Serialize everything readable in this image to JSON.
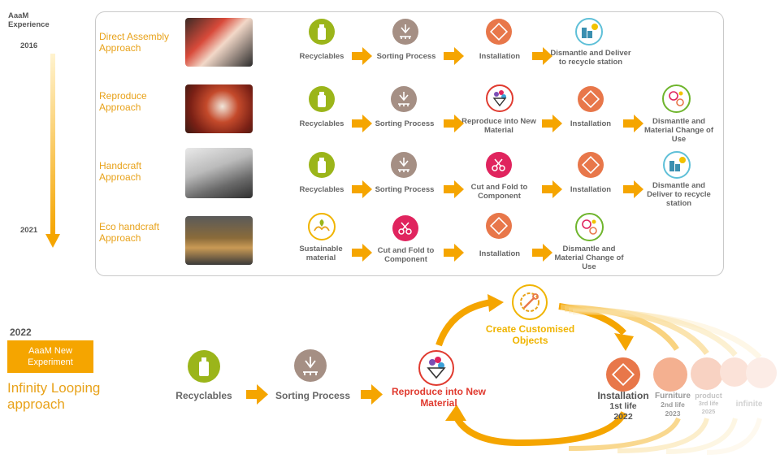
{
  "timeline": {
    "title": "AaaM Experience",
    "year_start": "2016",
    "year_end": "2021"
  },
  "rows": [
    {
      "approach": "Direct Assembly Approach",
      "steps": [
        "Recyclables",
        "Sorting Process",
        "Installation",
        "Dismantle and Deliver to recycle station"
      ]
    },
    {
      "approach": "Reproduce Approach",
      "steps": [
        "Recyclables",
        "Sorting Process",
        "Reproduce into New Material",
        "Installation",
        "Dismantle and Material Change of Use"
      ]
    },
    {
      "approach": "Handcraft Approach",
      "steps": [
        "Recyclables",
        "Sorting Process",
        "Cut and Fold to Component",
        "Installation",
        "Dismantle and Deliver to recycle station"
      ]
    },
    {
      "approach": "Eco handcraft Approach",
      "steps": [
        "Sustainable material",
        "Cut and Fold to Component",
        "Installation",
        "Dismantle and Material Change of Use"
      ]
    }
  ],
  "bottom": {
    "year": "2022",
    "badge": "AaaM New Experiment",
    "approach_title": "Infinity Looping approach",
    "recyclables": "Recyclables",
    "sorting": "Sorting Process",
    "reproduce": "Reproduce into New Material",
    "customised": "Create Customised Objects",
    "installation": "Installation",
    "first_life": "1st life",
    "first_year": "2022",
    "furniture": "Furniture",
    "second_life": "2nd life",
    "second_year": "2023",
    "product": "product",
    "third_life": "3rd life",
    "third_year": "2025",
    "infinite": "infinite"
  },
  "colors": {
    "arrow": "#f5a500",
    "approach_text": "#e8a21a",
    "reproduce_text": "#e03a2f",
    "customised_text": "#f0b400",
    "recyclables_icon": "#9bb51a",
    "sorting_icon": "#a58f84",
    "installation_icon": "#e8774a",
    "cut_fold_icon": "#e0245e",
    "dismantle_icon": "#5fc0d8",
    "reuse_icon": "#6fb52d"
  },
  "icons": {
    "recyclables": "bottle-icon",
    "sorting": "sorting-hand-icon",
    "installation": "install-icon",
    "reproduce": "reproduce-icon",
    "dismantle_deliver": "city-recycle-icon",
    "material_change": "material-change-icon",
    "cut_fold": "scissors-icon",
    "sustainable": "hands-leaf-icon",
    "customised": "gear-wrench-icon"
  }
}
